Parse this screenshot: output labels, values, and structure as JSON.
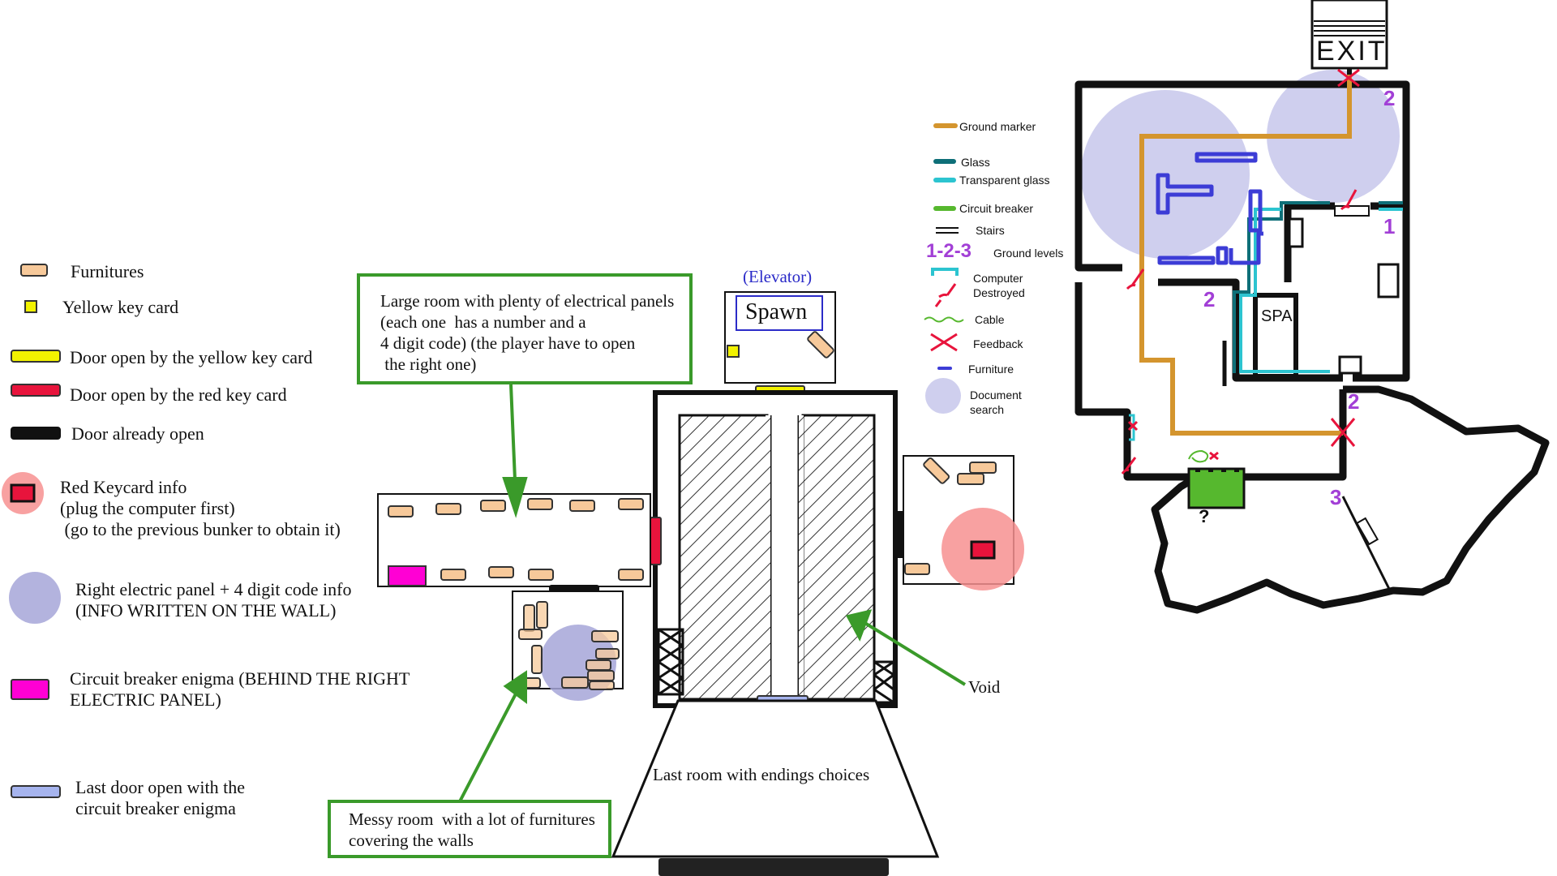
{
  "legend_left": {
    "furnitures": "Furnitures",
    "yellow_key_card": "Yellow key card",
    "door_yellow": "Door open by the yellow key card",
    "door_red": "Door open by the red key card",
    "door_open": "Door already open",
    "red_keycard_info": "Red Keycard info\n(plug the computer first)\n (go to the previous bunker to obtain it)",
    "right_panel_info": "Right electric panel + 4 digit code info\n(INFO WRITTEN ON THE WALL)",
    "circuit_breaker_enigma": "Circuit breaker enigma (BEHIND THE RIGHT\nELECTRIC PANEL)",
    "last_door": "Last door open with the\ncircuit breaker enigma"
  },
  "annotations": {
    "large_room": "Large room with plenty of electrical panels\n(each one  has a number and a\n4 digit code) (the player have to open\n the right one)",
    "messy_room": "Messy room  with a lot of furnitures\ncovering the walls",
    "elevator": "(Elevator)",
    "spawn": "Spawn",
    "void": "Void",
    "last_room": "Last room with endings choices"
  },
  "legend_right": {
    "ground_marker": "Ground marker",
    "glass": "Glass",
    "transparent_glass": "Transparent glass",
    "circuit_breaker": "Circuit breaker",
    "stairs": "Stairs",
    "ground_levels_sym": "1-2-3",
    "ground_levels": "Ground levels",
    "computer_destroyed": "Computer\nDestroyed",
    "cable": "Cable",
    "feedback": "Feedback",
    "furniture": "Furniture",
    "document_search": "Document\nsearch"
  },
  "map_labels": {
    "exit": "EXIT",
    "spa": "SPA",
    "level_1": "1",
    "level_2": "2",
    "level_3": "3",
    "question": "?"
  },
  "colors": {
    "furniture": "#f7c99a",
    "yellow": "#f2f200",
    "red": "#e8143c",
    "magenta": "#ff00d4",
    "lavender": "#a6a6d8",
    "pink_zone": "#f79090",
    "green": "#3a9a2a",
    "ground_marker": "#d4952e",
    "glass": "#0e6f78",
    "transparent_glass": "#2cc4d0",
    "circuit_green": "#56b82e",
    "level_purple": "#a23fd6",
    "blue_furniture": "#3c3cd6"
  }
}
